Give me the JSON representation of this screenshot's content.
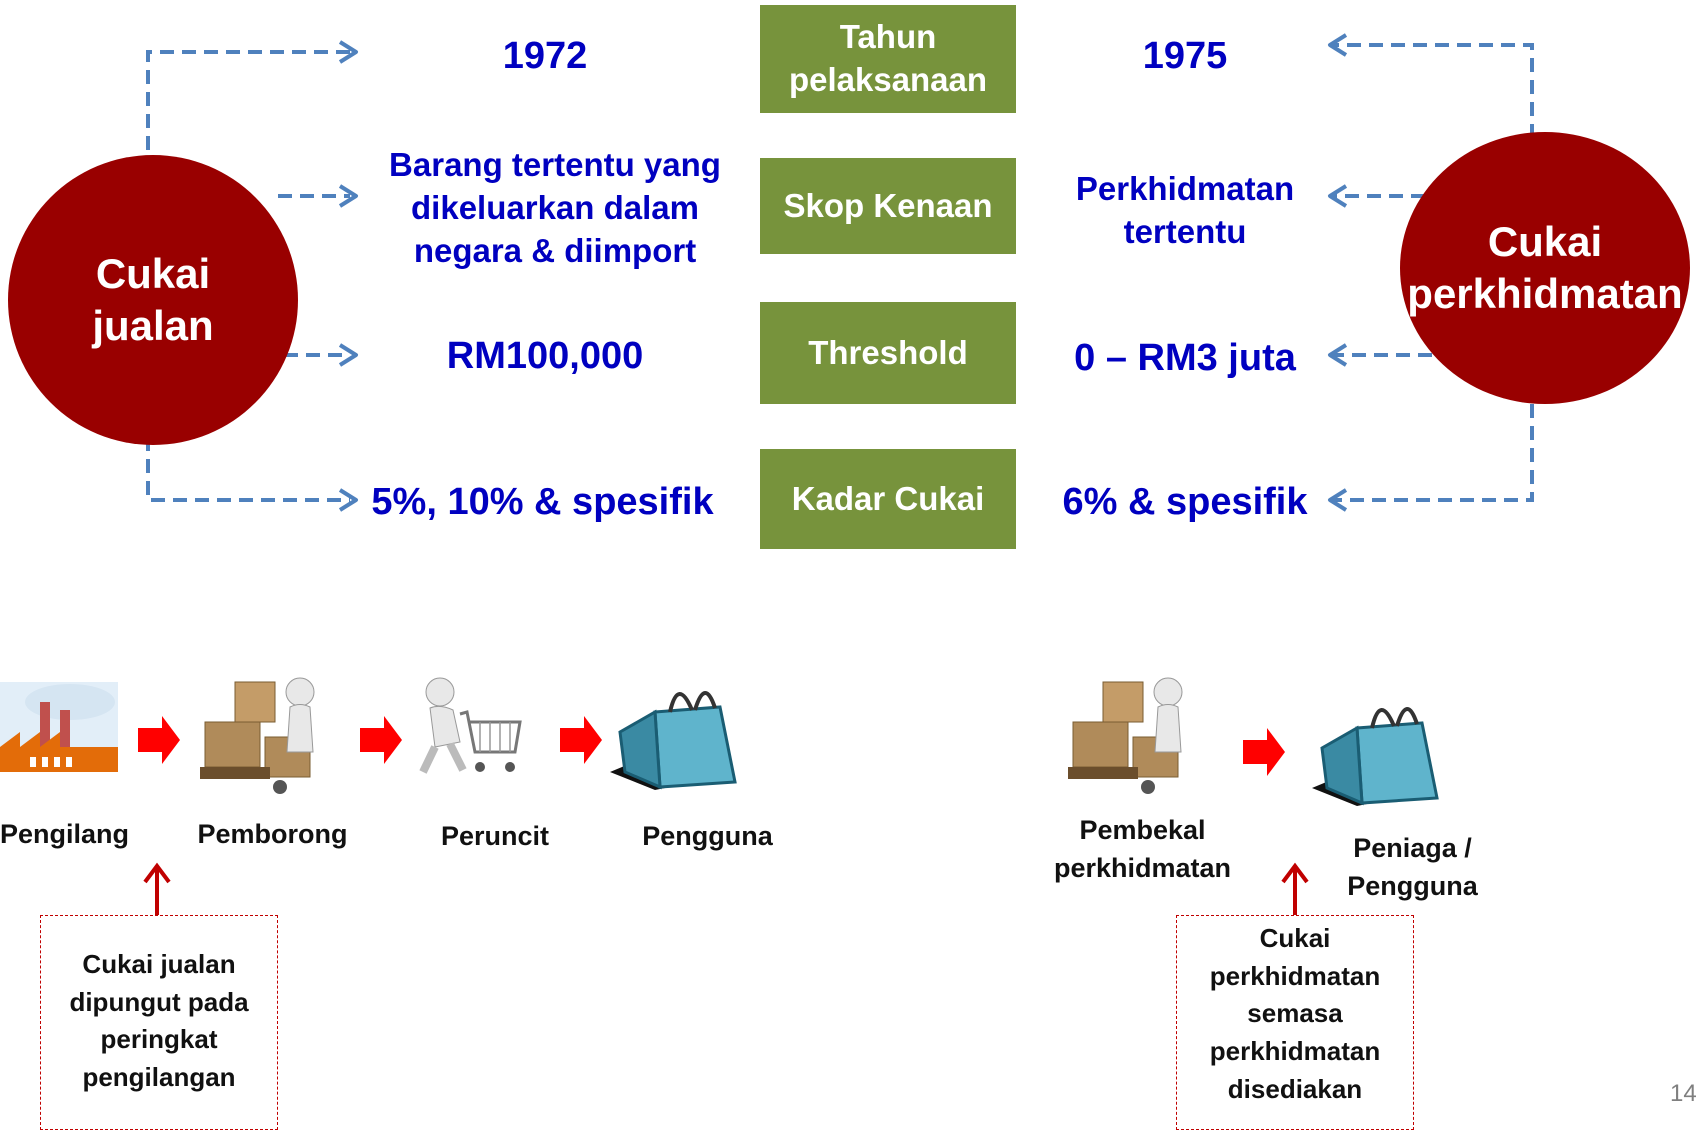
{
  "left_circle": {
    "line1": "Cukai",
    "line2": "jualan"
  },
  "right_circle": {
    "line1": "Cukai",
    "line2": "perkhidmatan"
  },
  "rows": [
    {
      "category": [
        "Tahun",
        "pelaksanaan"
      ],
      "left": [
        "1972"
      ],
      "right": [
        "1975"
      ]
    },
    {
      "category": [
        "Skop Kenaan"
      ],
      "left": [
        "Barang tertentu yang",
        "dikeluarkan dalam",
        "negara & diimport"
      ],
      "right": [
        "Perkhidmatan",
        "tertentu"
      ]
    },
    {
      "category": [
        "Threshold"
      ],
      "left": [
        "RM100,000"
      ],
      "right": [
        "0 – RM3 juta"
      ]
    },
    {
      "category": [
        "Kadar Cukai"
      ],
      "left": [
        "5%, 10% & spesifik"
      ],
      "right": [
        "6% & spesifik"
      ]
    }
  ],
  "sales_flow": {
    "steps": [
      "Pengilang",
      "Pemborong",
      "Peruncit",
      "Pengguna"
    ],
    "note": [
      "Cukai jualan",
      "dipungut pada",
      "peringkat",
      "pengilangan"
    ]
  },
  "service_flow": {
    "steps": [
      [
        "Pembekal",
        "perkhidmatan"
      ],
      [
        "Peniaga /",
        "Pengguna"
      ]
    ],
    "note": [
      "Cukai",
      "perkhidmatan",
      "semasa",
      "perkhidmatan",
      "disediakan"
    ]
  },
  "page_number": "14",
  "colors": {
    "circle": "#990000",
    "category_box": "#77933c",
    "value_text": "#0000c0",
    "connector": "#4f81bd",
    "arrow": "#ff0000",
    "note_border": "#c00000"
  },
  "icons": [
    "factory-icon",
    "wholesaler-boxes-icon",
    "retailer-cart-icon",
    "shopping-bag-icon"
  ]
}
